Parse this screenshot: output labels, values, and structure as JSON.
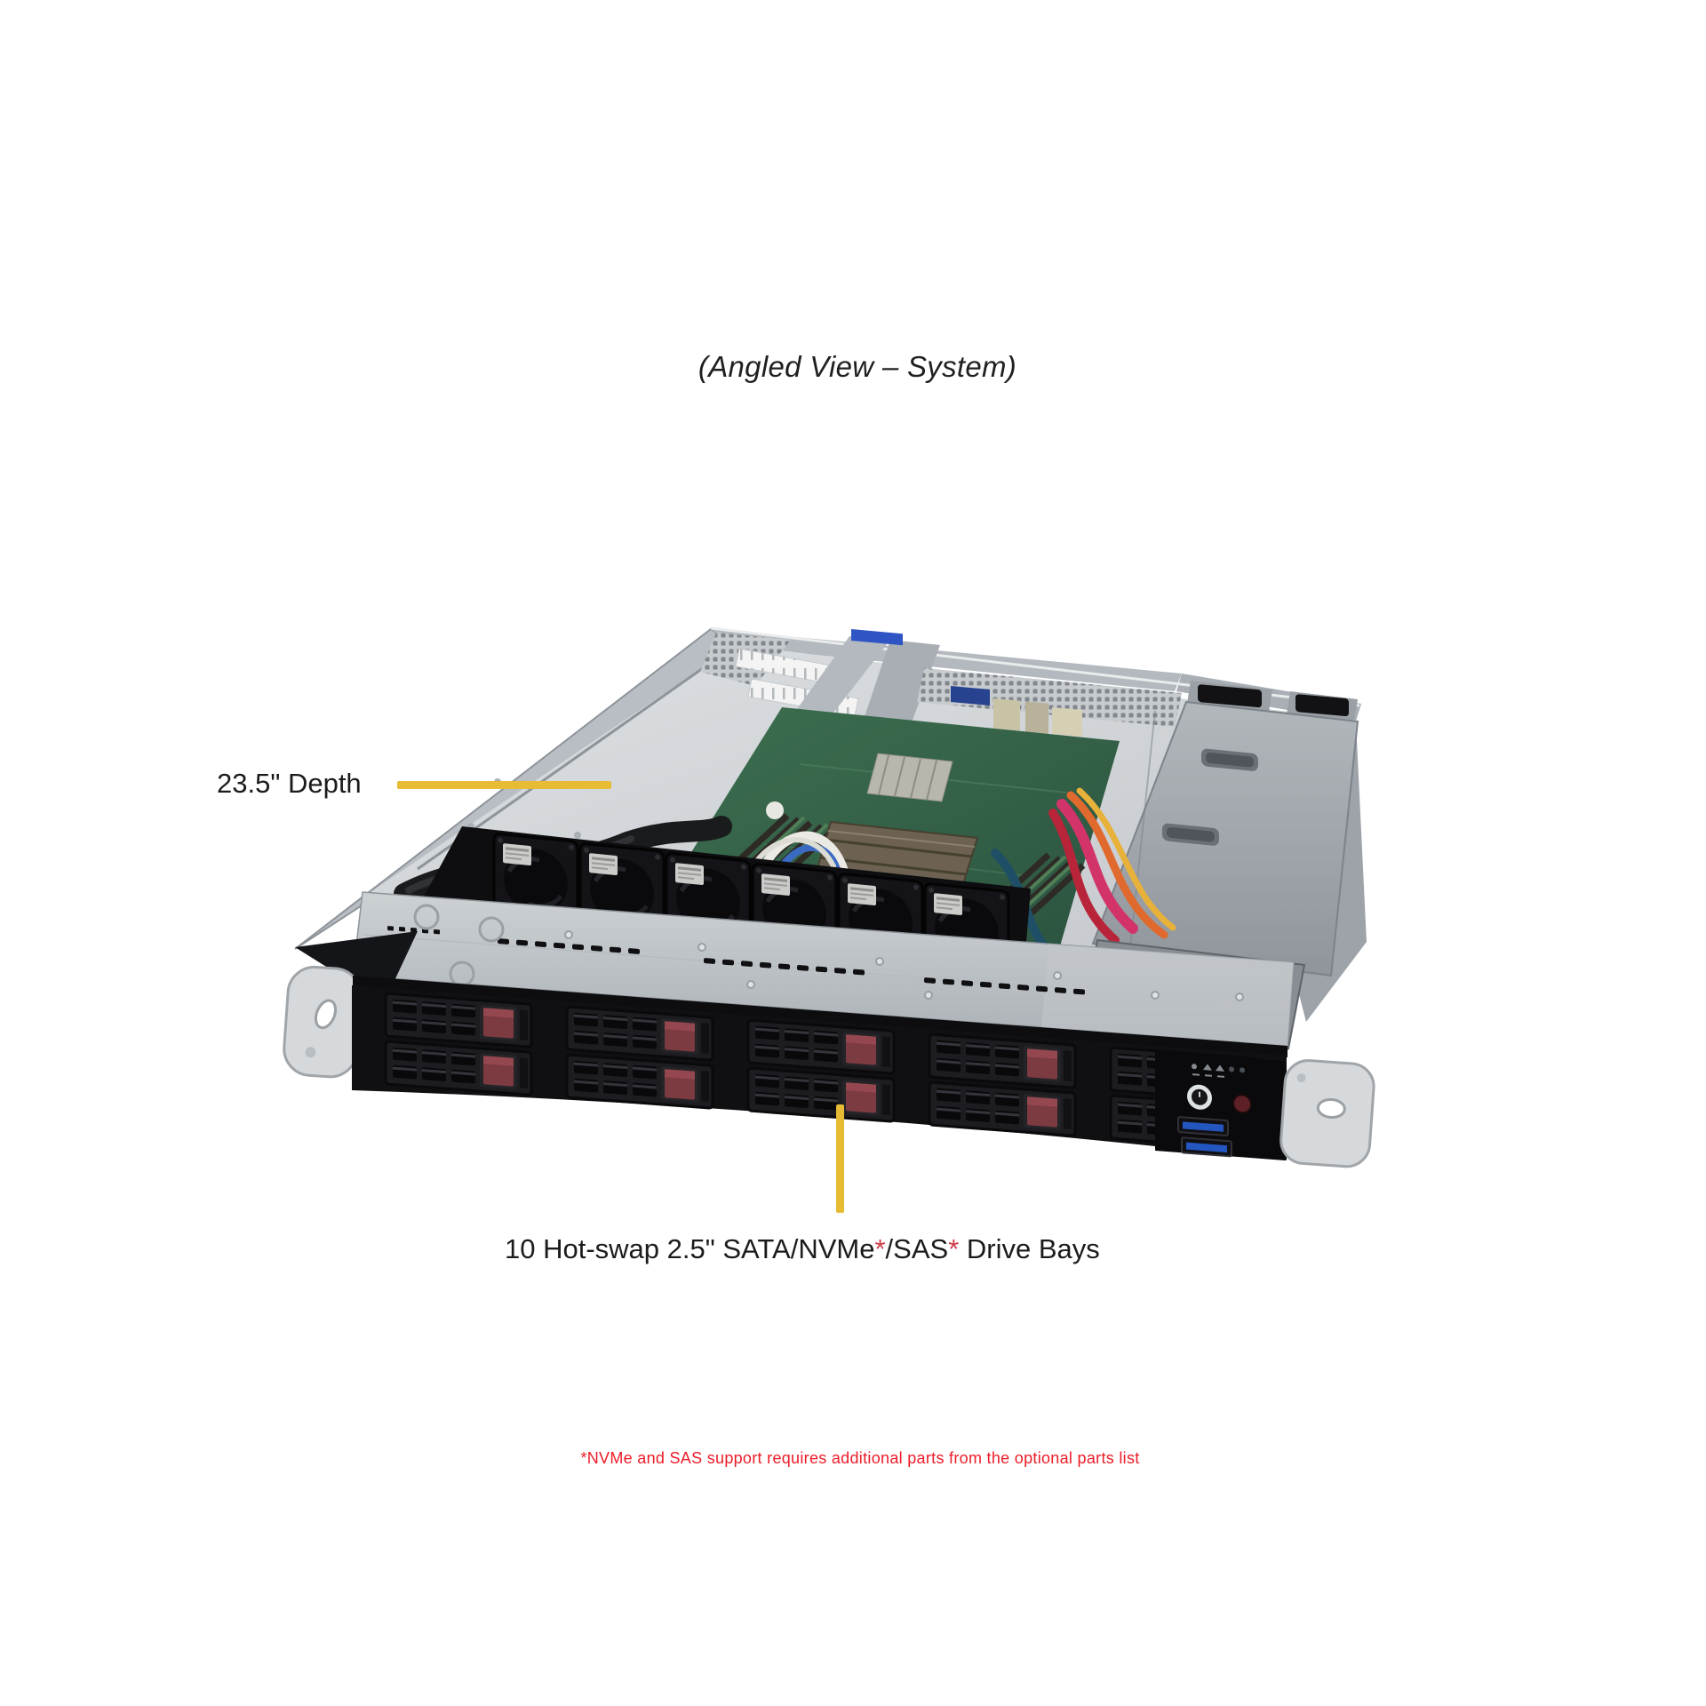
{
  "page": {
    "background_color": "#ffffff"
  },
  "title": "(Angled View – System)",
  "callouts": {
    "depth": {
      "label": "23.5\" Depth",
      "line_color": "#E7BB33"
    },
    "drive_bays": {
      "text_before_first_asterisk": "10 Hot-swap 2.5\" SATA/NVMe",
      "asterisk": "*",
      "text_between_asterisks": "/SAS",
      "text_after": " Drive Bays",
      "asterisk_color": "#CE3B47",
      "line_color": "#E7BB33"
    }
  },
  "footnote": {
    "text": "*NVMe and SAS support requires additional parts from the optional parts list",
    "color": "#EC1C27"
  },
  "server_image": {
    "description": "Angled top-front view of an open 1U rackmount server: chassis interior with riser bracket, motherboard, CPU heatsink, memory slots, six cooling fans, cabling, power supplies, and ten front hot-swap 2.5-inch drive trays with rack ears"
  }
}
